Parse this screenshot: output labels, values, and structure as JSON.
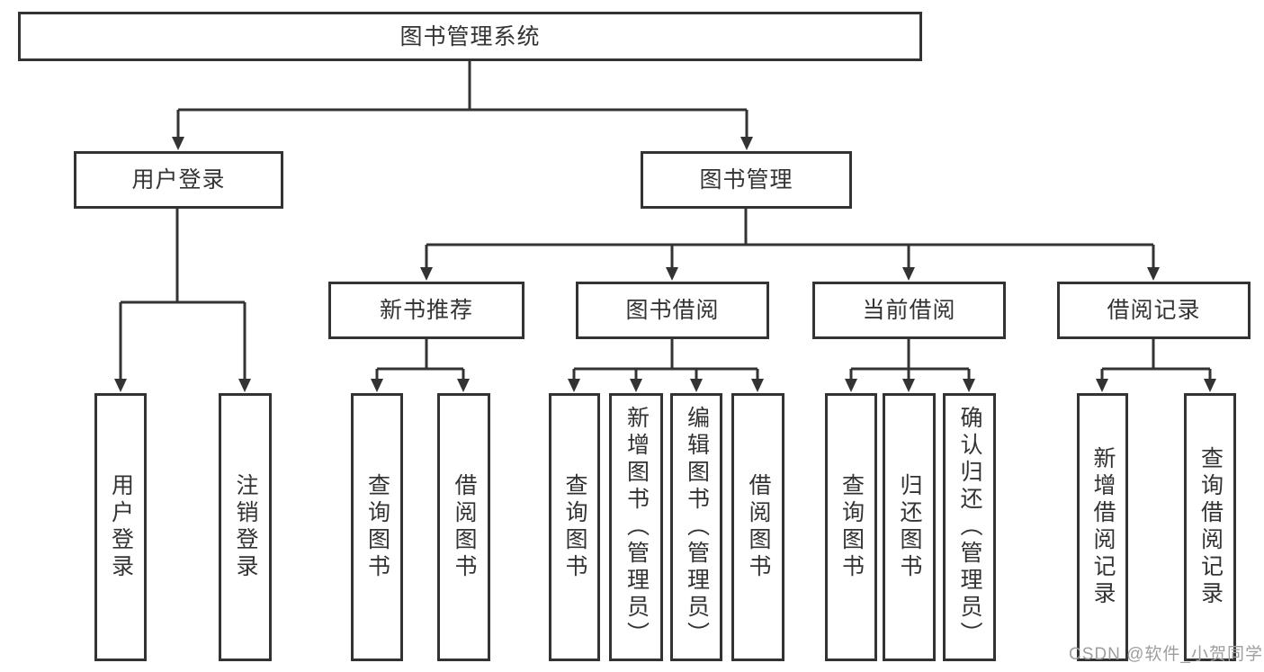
{
  "diagram": {
    "root": {
      "label": "图书管理系统"
    },
    "level1": [
      {
        "label": "用户登录"
      },
      {
        "label": "图书管理"
      }
    ],
    "level2": [
      {
        "label": "新书推荐"
      },
      {
        "label": "图书借阅"
      },
      {
        "label": "当前借阅"
      },
      {
        "label": "借阅记录"
      }
    ],
    "leaves": [
      {
        "label": "用户登录"
      },
      {
        "label": "注销登录"
      },
      {
        "label": "查询图书"
      },
      {
        "label": "借阅图书"
      },
      {
        "label": "查询图书"
      },
      {
        "label": "新增图书（管理员）"
      },
      {
        "label": "编辑图书（管理员）"
      },
      {
        "label": "借阅图书"
      },
      {
        "label": "查询图书"
      },
      {
        "label": "归还图书"
      },
      {
        "label": "确认归还（管理员）"
      },
      {
        "label": "新增借阅记录"
      },
      {
        "label": "查询借阅记录"
      }
    ],
    "watermark": "CSDN @软件_小贺同学",
    "colors": {
      "line": "#333333",
      "text": "#333333",
      "watermark": "#9e9e9e",
      "background": "#ffffff"
    }
  }
}
